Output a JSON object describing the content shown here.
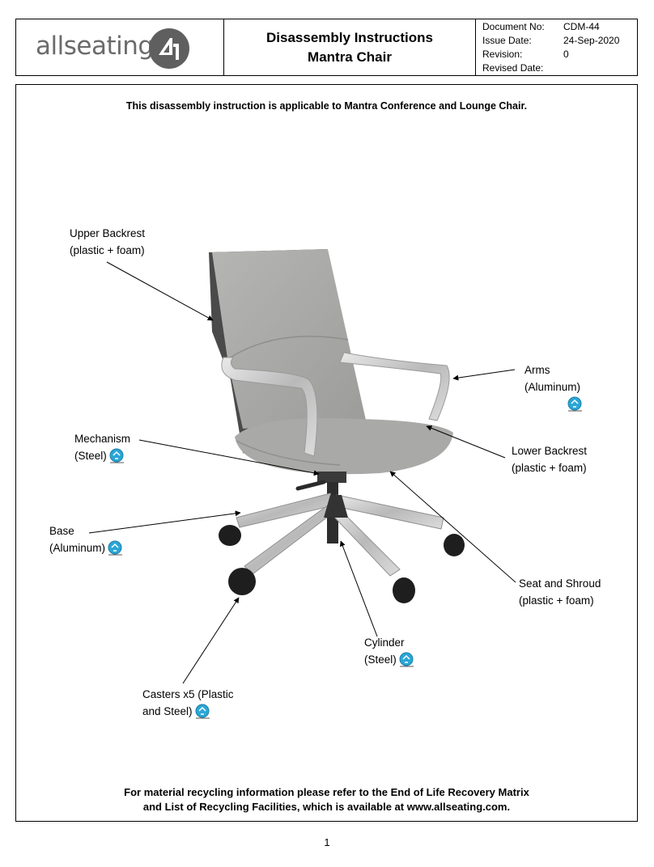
{
  "header": {
    "logo_text": "allseating",
    "title_line1": "Disassembly Instructions",
    "title_line2": "Mantra Chair",
    "meta": [
      {
        "label": "Document No:",
        "value": "CDM-44"
      },
      {
        "label": "Issue Date:",
        "value": "24-Sep-2020"
      },
      {
        "label": "Revision:",
        "value": "0"
      },
      {
        "label": "Revised Date:",
        "value": ""
      }
    ]
  },
  "intro": "This disassembly instruction is applicable to Mantra Conference and Lounge Chair.",
  "callouts": {
    "upper_backrest": {
      "line1": "Upper Backrest",
      "line2": "(plastic + foam)"
    },
    "arms": {
      "line1": "Arms",
      "line2": "(Aluminum)"
    },
    "mechanism": {
      "line1": "Mechanism",
      "line2": "(Steel)"
    },
    "lower_backrest": {
      "line1": "Lower Backrest",
      "line2": "(plastic + foam)"
    },
    "base": {
      "line1": "Base",
      "line2": "(Aluminum)"
    },
    "seat_shroud": {
      "line1": "Seat and Shroud",
      "line2": "(plastic + foam)"
    },
    "cylinder": {
      "line1": "Cylinder",
      "line2": "(Steel)"
    },
    "casters": {
      "line1": "Casters x5 (Plastic",
      "line2": "and Steel)"
    }
  },
  "footer": {
    "line1": "For material recycling information please refer to the End of Life Recovery Matrix",
    "line2": "and List of Recycling Facilities, which is available at www.allseating.com."
  },
  "page_number": "1",
  "icons": {
    "recycle": "recycle-icon",
    "logo": "allseating-logo-icon"
  },
  "colors": {
    "logo_gray": "#6b6b6b",
    "recycle_blue": "#2aa6d6"
  }
}
